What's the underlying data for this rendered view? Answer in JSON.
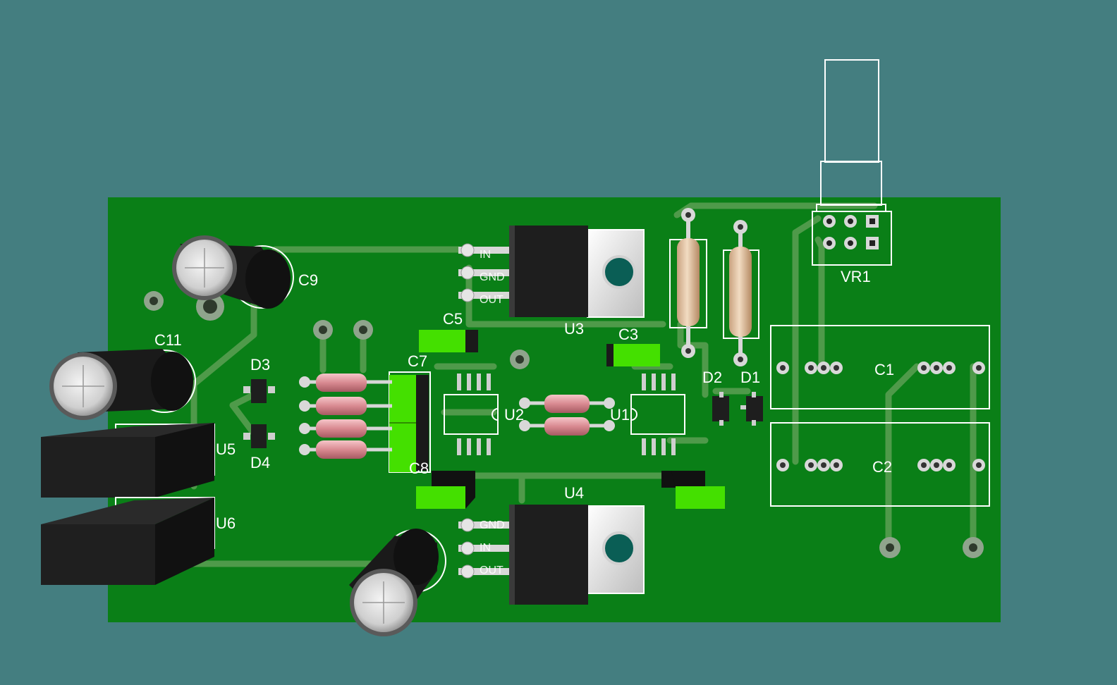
{
  "colors": {
    "background": "#447e80",
    "board": "#0a7f17",
    "trace": "#4f9a4a",
    "silkscreen": "#ffffff",
    "smd_capacitor": "#44e000",
    "resistor_pink": "#e6a3a8",
    "resistor_beige": "#e8c9a6",
    "ic_body": "#1e1e1e"
  },
  "labels": {
    "c9": "C9",
    "c11": "C11",
    "c5": "C5",
    "c3": "C3",
    "c7": "C7",
    "c8": "C8",
    "u3": "U3",
    "u4": "U4",
    "u2": "U2",
    "u1": "U1",
    "u5": "U5",
    "u6": "U6",
    "d1": "D1",
    "d2": "D2",
    "d3": "D3",
    "d4": "D4",
    "vr1": "VR1",
    "c1": "C1",
    "c2": "C2"
  },
  "pins": {
    "u3_in": "IN",
    "u3_gnd": "GND",
    "u3_out": "OUT",
    "u4_gnd": "GND",
    "u4_in": "IN",
    "u4_out": "OUT"
  }
}
